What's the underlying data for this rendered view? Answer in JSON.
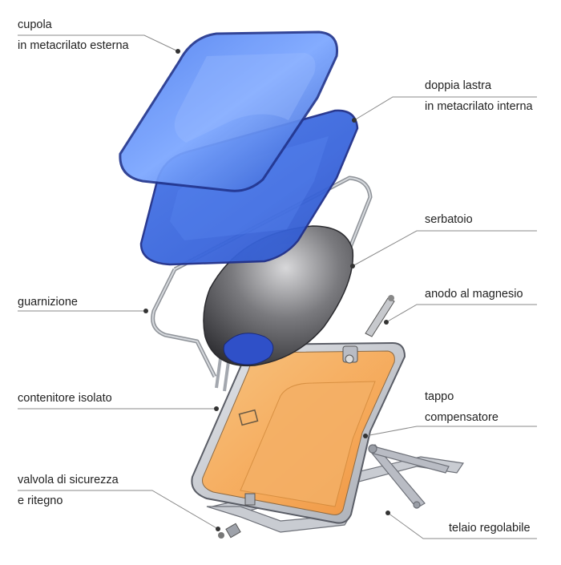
{
  "labels": {
    "cupola": [
      "cupola",
      "in metacrilato esterna"
    ],
    "doppia_lastra": [
      "doppia lastra",
      "in metacrilato interna"
    ],
    "serbatoio": [
      "serbatoio"
    ],
    "anodo": [
      "anodo al magnesio"
    ],
    "guarnizione": [
      "guarnizione"
    ],
    "contenitore": [
      "contenitore isolato"
    ],
    "tappo": [
      "tappo",
      "compensatore"
    ],
    "valvola": [
      "valvola di sicurezza",
      "e ritegno"
    ],
    "telaio": [
      "telaio regolabile"
    ]
  },
  "colors": {
    "leader_line": "#8a8a8a",
    "dot": "#333333",
    "dome_blue": "#3f6fe0",
    "dome_edge": "#2a3f9e",
    "container_orange": "#f5a95a",
    "frame_grey": "#c9ccd2",
    "tank_dark": "#4a4a4e"
  }
}
